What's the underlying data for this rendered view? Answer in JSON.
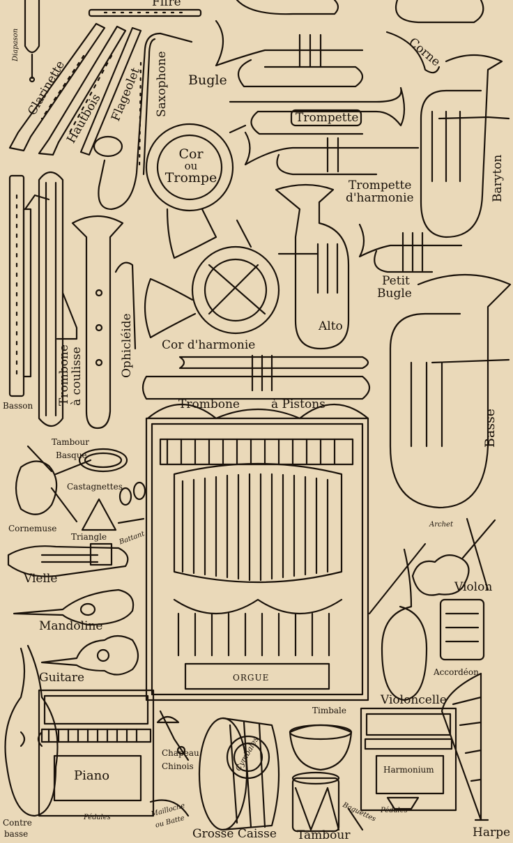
{
  "labels": {
    "fifre": "Fifre",
    "diapason": "Diapason",
    "clarinette": "Clarinette",
    "hautbois": "Hautbois",
    "flageolet": "Flageolet",
    "saxophone": "Saxophone",
    "bugle": "Bugle",
    "trompette": "Trompette",
    "cor_ou_trompe": "Cor ou Trompe",
    "cor_line1": "Cor",
    "cor_line2": "ou",
    "cor_line3": "Trompe",
    "cornet": "Corne",
    "baryton": "Baryton",
    "trompette_harmonie_1": "Trompette",
    "trompette_harmonie_2": "d'harmonie",
    "petit_bugle_1": "Petit",
    "petit_bugle_2": "Bugle",
    "alto": "Alto",
    "cor_harmonie": "Cor d'harmonie",
    "basson": "Basson",
    "trombone_coulisse_1": "Trombone",
    "trombone_coulisse_2": "à coulisse",
    "ophicleide": "Ophicléide",
    "trombone": "Trombone",
    "a_pistons": "à Pistons",
    "basse": "Basse",
    "tambour_basque_1": "Tambour",
    "tambour_basque_2": "Basque",
    "castagnettes": "Castagnettes",
    "cornemuse": "Cornemuse",
    "triangle": "Triangle",
    "battant": "Battant",
    "vielle": "Vielle",
    "mandoline": "Mandoline",
    "guitare": "Guitare",
    "orgue": "ORGUE",
    "archet": "Archet",
    "violon": "Violon",
    "accordeon": "Accordéon",
    "violoncelle": "Violoncelle",
    "timbale": "Timbale",
    "cymbales": "Cymbales",
    "chapeau_chinois_1": "Chapeau",
    "chapeau_chinois_2": "Chinois",
    "piano": "Piano",
    "harmonium": "Harmonium",
    "pedales": "Pédales",
    "pedales_2": "Pédales",
    "baguettes": "Baguettes",
    "mailloche_1": "Mailloche",
    "mailloche_2": "ou Batte",
    "contrebasse_1": "Contre",
    "contrebasse_2": "basse",
    "grosse_caisse": "Grosse Caisse",
    "tambour": "Tambour",
    "harpe": "Harpe"
  },
  "colors": {
    "paper": "#ead9b9",
    "ink": "#1a120a"
  }
}
